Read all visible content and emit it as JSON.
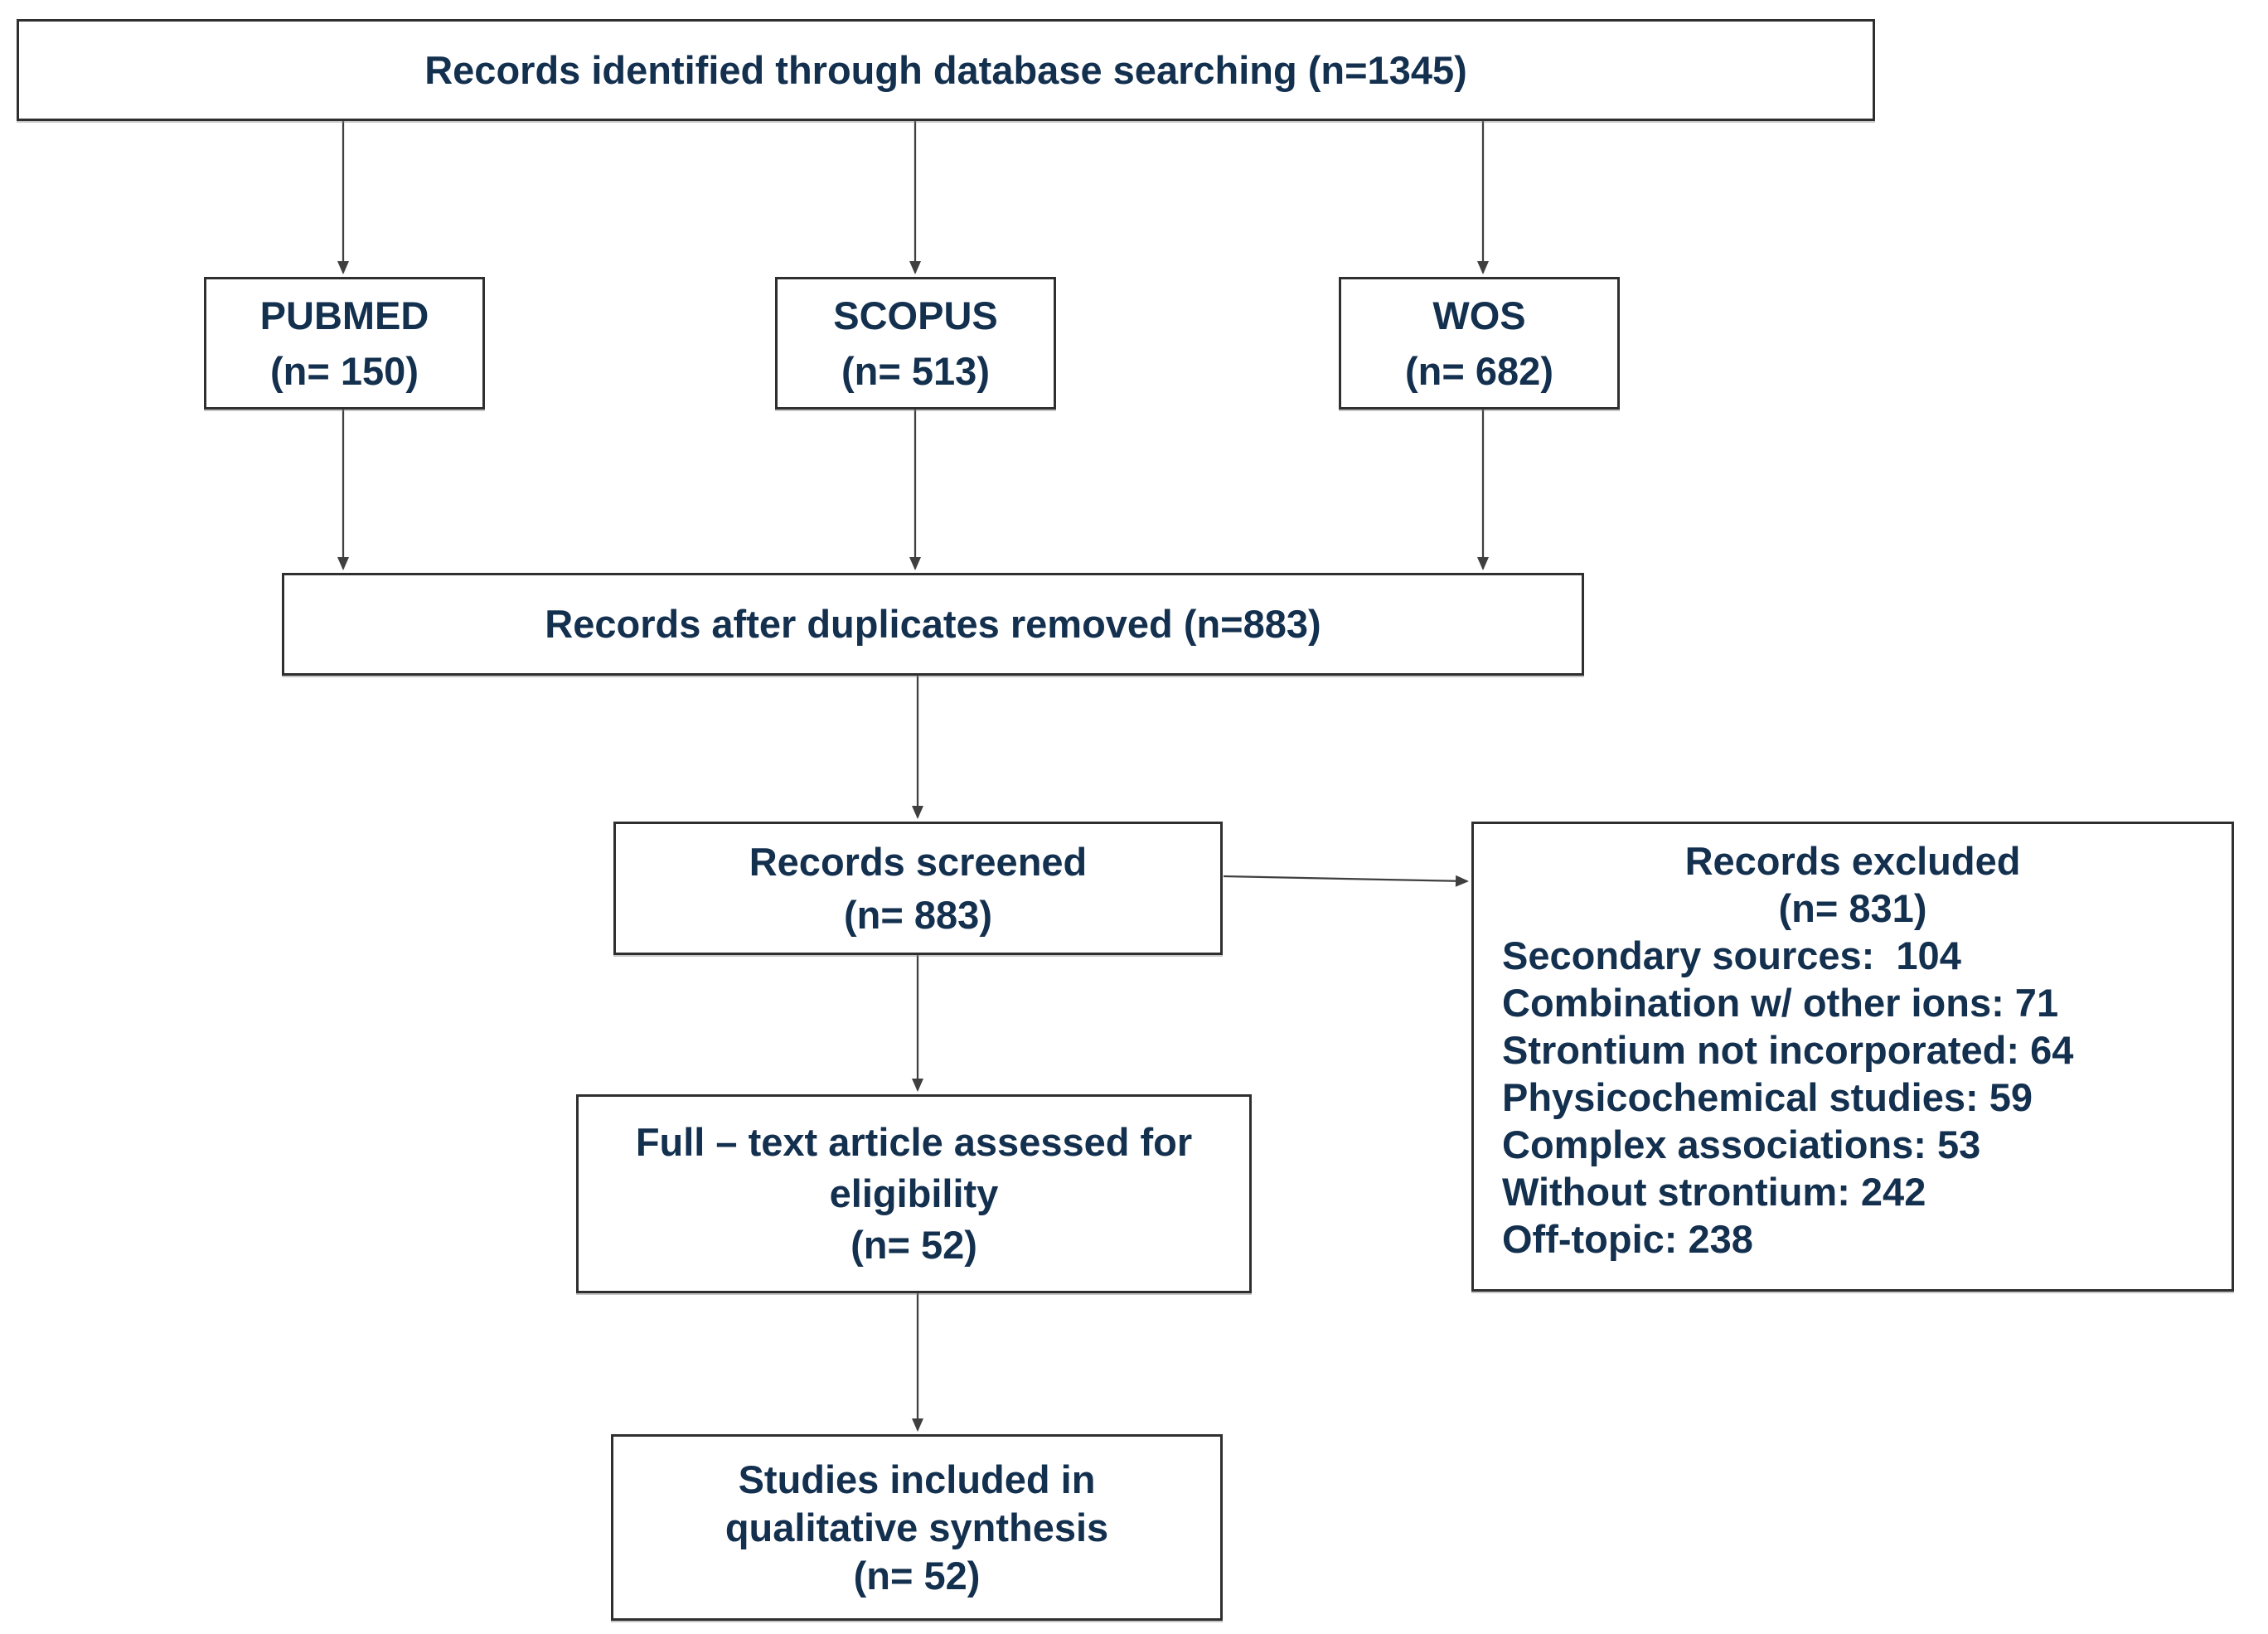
{
  "diagram": {
    "title_box": {
      "label": "Records identified through database searching (n=1345)"
    },
    "sources": [
      {
        "name": "PUBMED",
        "count": "(n= 150)"
      },
      {
        "name": "SCOPUS",
        "count": "(n= 513)"
      },
      {
        "name": "WOS",
        "count": "(n= 682)"
      }
    ],
    "duplicates_box": {
      "label": "Records after duplicates removed (n=883)"
    },
    "screened_box": {
      "lines": [
        "Records screened",
        "(n= 883)"
      ]
    },
    "excluded_box": {
      "title": "Records excluded",
      "count": "(n= 831)",
      "reasons": [
        "Secondary sources:  104",
        "Combination w/ other ions: 71",
        "Strontium not incorporated: 64",
        "Physicochemical studies: 59",
        "Complex associations: 53",
        "Without strontium: 242",
        "Off-topic: 238"
      ]
    },
    "fulltext_box": {
      "lines": [
        "Full – text article assessed for",
        "eligibility",
        "(n= 52)"
      ]
    },
    "included_box": {
      "lines": [
        "Studies included in",
        "qualitative synthesis",
        "(n= 52)"
      ]
    },
    "colors": {
      "text": "#14304F",
      "border": "#2f2f2f",
      "line": "#3f3f3f",
      "background": "#ffffff"
    }
  }
}
